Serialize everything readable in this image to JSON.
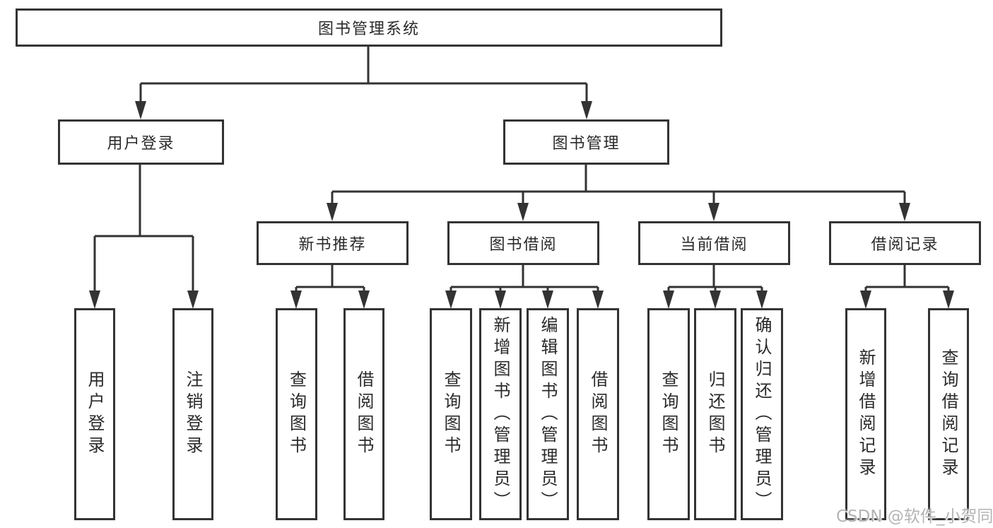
{
  "root": {
    "label": "图书管理系统"
  },
  "level2": [
    {
      "label": "用户登录"
    },
    {
      "label": "图书管理"
    }
  ],
  "level3": [
    {
      "label": "新书推荐"
    },
    {
      "label": "图书借阅"
    },
    {
      "label": "当前借阅"
    },
    {
      "label": "借阅记录"
    }
  ],
  "leaves": {
    "login": [
      {
        "label": "用户登录"
      },
      {
        "label": "注销登录"
      }
    ],
    "recommend": [
      {
        "label": "查询图书"
      },
      {
        "label": "借阅图书"
      }
    ],
    "borrow": [
      {
        "label": "查询图书"
      },
      {
        "label": "新增图书（管理员）"
      },
      {
        "label": "编辑图书（管理员）"
      },
      {
        "label": "借阅图书"
      }
    ],
    "current": [
      {
        "label": "查询图书"
      },
      {
        "label": "归还图书"
      },
      {
        "label": "确认归还（管理员）"
      }
    ],
    "records": [
      {
        "label": "新增借阅记录"
      },
      {
        "label": "查询借阅记录"
      }
    ]
  },
  "watermark": {
    "text": "CSDN @软件_小贺同学"
  },
  "colors": {
    "line": "#333333",
    "text": "#2a2a2a",
    "background": "#ffffff",
    "watermark": "#b4b4b4"
  }
}
